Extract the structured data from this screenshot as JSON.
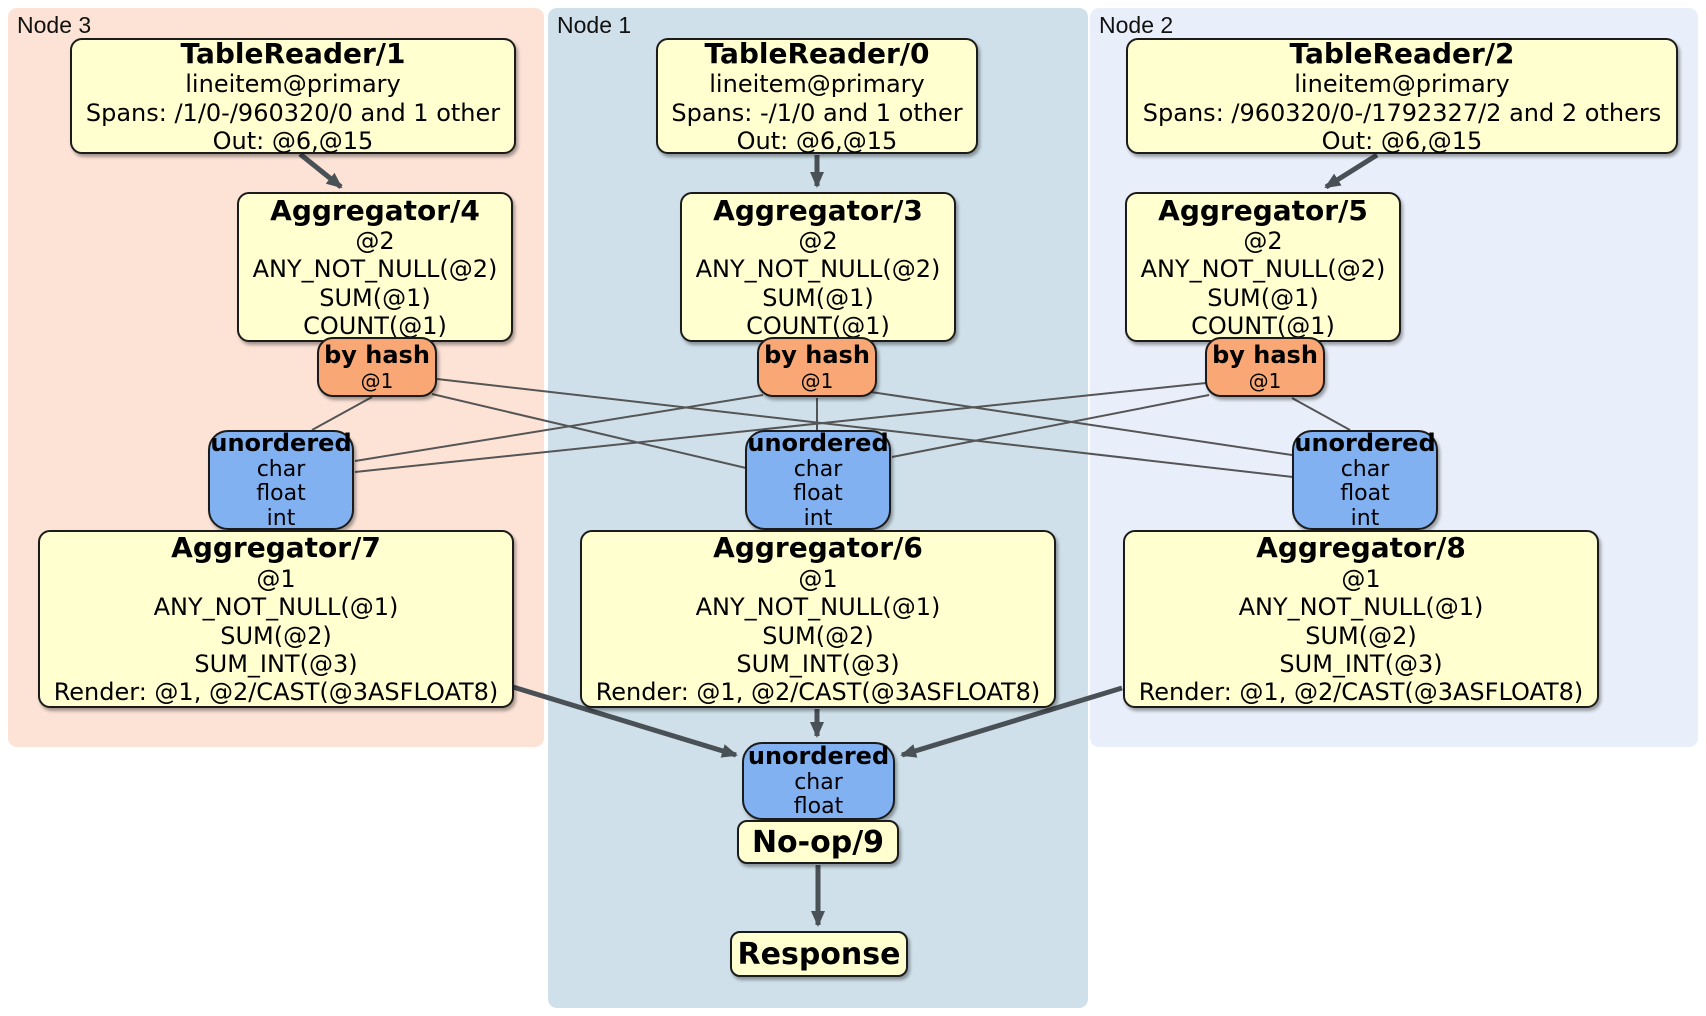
{
  "groups": [
    {
      "label": "Node 3"
    },
    {
      "label": "Node 1"
    },
    {
      "label": "Node 2"
    }
  ],
  "processors": {
    "tr1": {
      "title": "TableReader/1",
      "lines": [
        "lineitem@primary",
        "Spans: /1/0-/960320/0 and 1 other",
        "Out: @6,@15"
      ]
    },
    "tr0": {
      "title": "TableReader/0",
      "lines": [
        "lineitem@primary",
        "Spans: -/1/0 and 1 other",
        "Out: @6,@15"
      ]
    },
    "tr2": {
      "title": "TableReader/2",
      "lines": [
        "lineitem@primary",
        "Spans: /960320/0-/1792327/2 and 2 others",
        "Out: @6,@15"
      ]
    },
    "agg4": {
      "title": "Aggregator/4",
      "lines": [
        "@2",
        "ANY_NOT_NULL(@2)",
        "SUM(@1)",
        "COUNT(@1)"
      ]
    },
    "agg3": {
      "title": "Aggregator/3",
      "lines": [
        "@2",
        "ANY_NOT_NULL(@2)",
        "SUM(@1)",
        "COUNT(@1)"
      ]
    },
    "agg5": {
      "title": "Aggregator/5",
      "lines": [
        "@2",
        "ANY_NOT_NULL(@2)",
        "SUM(@1)",
        "COUNT(@1)"
      ]
    },
    "hash4": {
      "title": "by hash",
      "detail": "@1"
    },
    "hash3": {
      "title": "by hash",
      "detail": "@1"
    },
    "hash5": {
      "title": "by hash",
      "detail": "@1"
    },
    "sync7": {
      "title": "unordered",
      "types": [
        "char",
        "float",
        "int"
      ]
    },
    "sync6": {
      "title": "unordered",
      "types": [
        "char",
        "float",
        "int"
      ]
    },
    "sync8": {
      "title": "unordered",
      "types": [
        "char",
        "float",
        "int"
      ]
    },
    "agg7": {
      "title": "Aggregator/7",
      "lines": [
        "@1",
        "ANY_NOT_NULL(@1)",
        "SUM(@2)",
        "SUM_INT(@3)",
        "Render: @1, @2/CAST(@3ASFLOAT8)"
      ]
    },
    "agg6": {
      "title": "Aggregator/6",
      "lines": [
        "@1",
        "ANY_NOT_NULL(@1)",
        "SUM(@2)",
        "SUM_INT(@3)",
        "Render: @1, @2/CAST(@3ASFLOAT8)"
      ]
    },
    "agg8": {
      "title": "Aggregator/8",
      "lines": [
        "@1",
        "ANY_NOT_NULL(@1)",
        "SUM(@2)",
        "SUM_INT(@3)",
        "Render: @1, @2/CAST(@3ASFLOAT8)"
      ]
    },
    "sync9": {
      "title": "unordered",
      "types": [
        "char",
        "float"
      ]
    },
    "noop": {
      "title": "No-op/9"
    },
    "response": {
      "title": "Response"
    }
  },
  "colors": {
    "node3_bg": "#fde3d6",
    "node1_bg": "#cfe0ea",
    "node2_bg": "#e9effa",
    "processor_fill": "#ffffcf",
    "router_fill": "#f9a875",
    "sync_fill": "#82b1f2",
    "edge_thin": "#555555",
    "edge_thick": "#4a5156"
  }
}
